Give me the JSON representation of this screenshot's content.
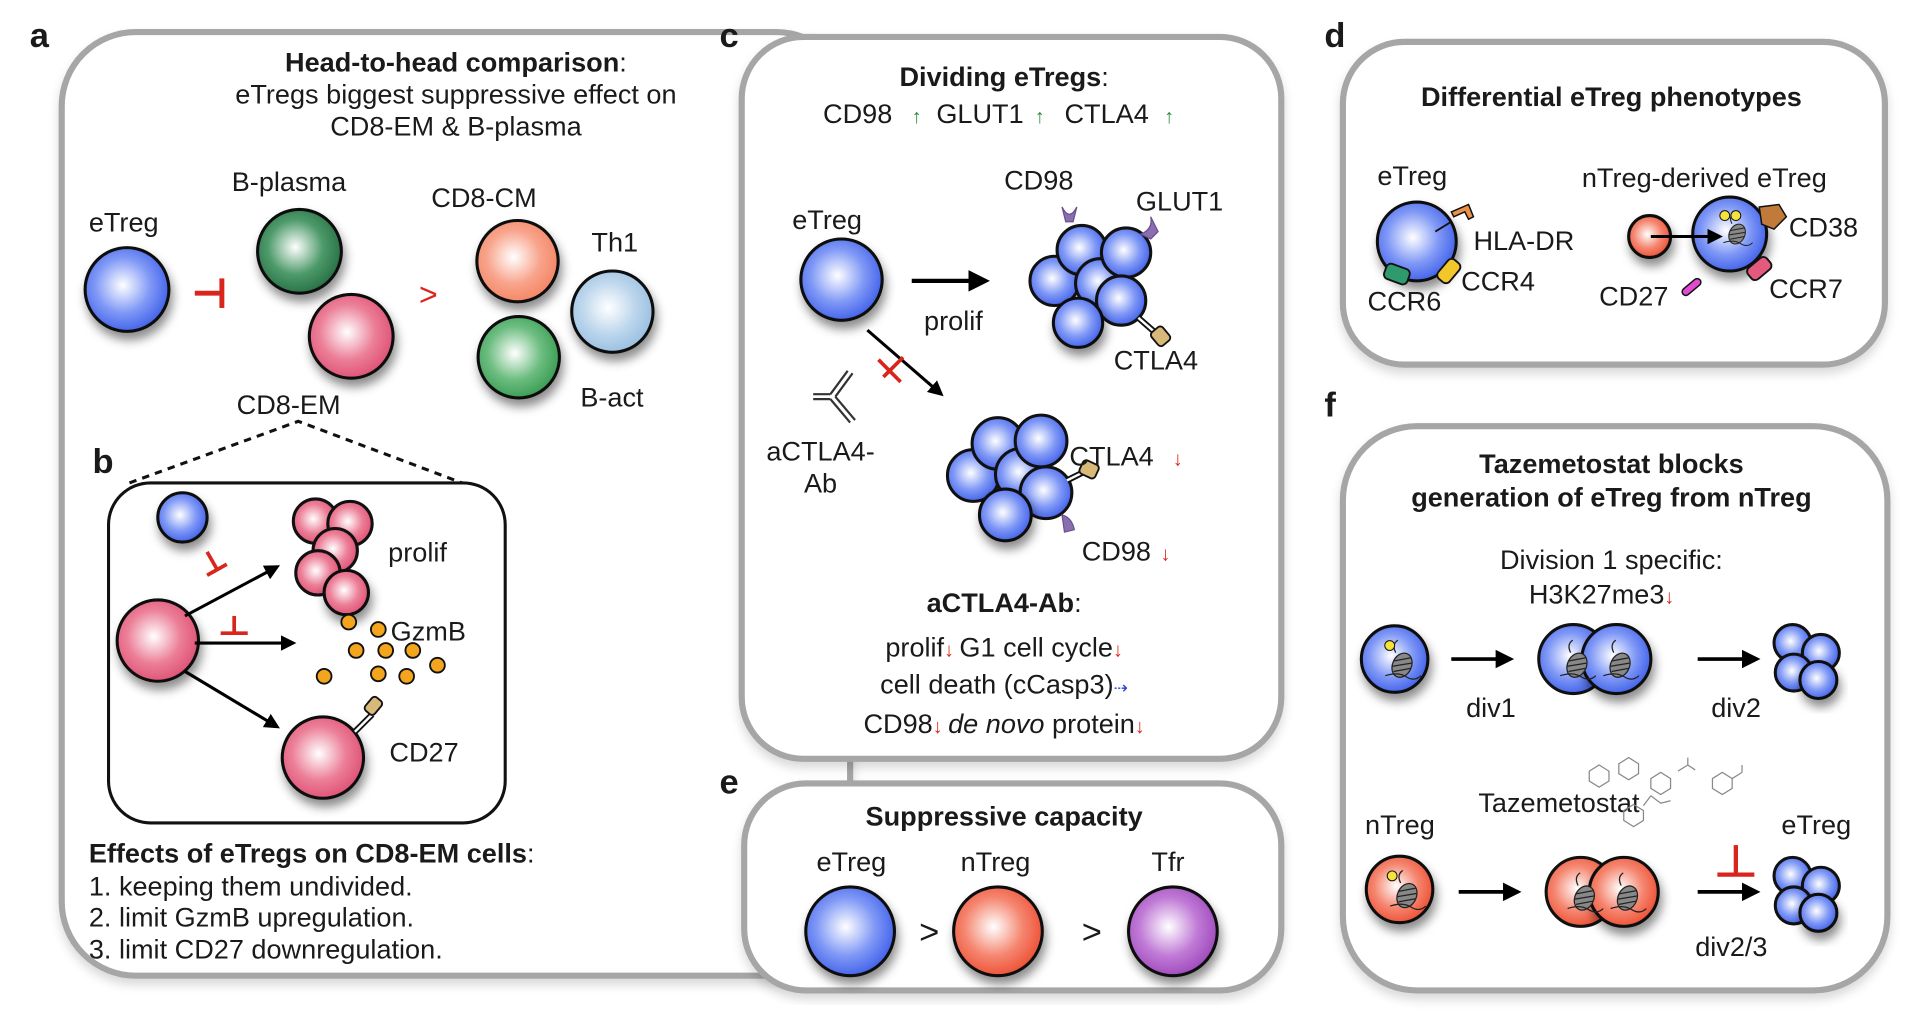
{
  "colors": {
    "etreg": "#4a6df0",
    "ntreg": "#f0573c",
    "tfr": "#a34fc0",
    "b_plasma": "#2e7d4f",
    "cd8_em": "#e35a7c",
    "cd8_cm": "#f58e72",
    "th1": "#a9cbe6",
    "b_act": "#3fa35c",
    "inhibit": "#d9261c",
    "up_arrow": "#2a8a3a",
    "down_arrow": "#d9261c",
    "neutral_arrow": "#2a3fd0",
    "gzmb": "#f2a51d",
    "panel_border": "#a6a6a6"
  },
  "panels": {
    "a": {
      "label": "a",
      "title_bold": "Head-to-head comparison",
      "title_colon": ":",
      "subtitle_line1": "eTregs biggest suppressive effect on",
      "subtitle_line2": "CD8-EM & B-plasma",
      "cells": {
        "etreg": "eTreg",
        "b_plasma": "B-plasma",
        "cd8_em": "CD8-EM",
        "cd8_cm": "CD8-CM",
        "th1": "Th1",
        "b_act": "B-act"
      },
      "greater_than": ">"
    },
    "b": {
      "label": "b",
      "prolif": "prolif",
      "gzmb": "GzmB",
      "cd27": "CD27",
      "effects_title": "Effects of eTregs on CD8-EM cells",
      "effects_colon": ":",
      "effects": [
        "1. keeping them undivided.",
        "2. limit GzmB upregulation.",
        "3. limit CD27 downregulation."
      ]
    },
    "c": {
      "label": "c",
      "title": "Dividing eTregs",
      "title_colon": ":",
      "markers_up": [
        "CD98",
        "GLUT1",
        "CTLA4"
      ],
      "etreg": "eTreg",
      "prolif": "prolif",
      "cd98": "CD98",
      "glut1": "GLUT1",
      "ctla4": "CTLA4",
      "antibody_line1": "aCTLA4-",
      "antibody_line2": "Ab",
      "ctla4_down": "CTLA4",
      "cd98_down": "CD98",
      "effects_title": "aCTLA4-Ab",
      "effects_colon": ":",
      "effects_row1": [
        {
          "text": "prolif",
          "dir": "down"
        },
        {
          "text": "G1 cell cycle",
          "dir": "down"
        }
      ],
      "effects_row2": [
        {
          "text": "cell death (cCasp3)",
          "dir": "neutral"
        }
      ],
      "effects_row3_a": "CD98",
      "effects_row3_italic": "de novo",
      "effects_row3_b": "protein"
    },
    "d": {
      "label": "d",
      "title": "Differential eTreg phenotypes",
      "etreg": "eTreg",
      "derived": "nTreg-derived eTreg",
      "hla_dr": "HLA-DR",
      "ccr4": "CCR4",
      "ccr6": "CCR6",
      "cd38": "CD38",
      "cd27": "CD27",
      "ccr7": "CCR7"
    },
    "e": {
      "label": "e",
      "title": "Suppressive capacity",
      "cells": [
        "eTreg",
        "nTreg",
        "Tfr"
      ],
      "greater_than": ">"
    },
    "f": {
      "label": "f",
      "title_line1": "Tazemetostat blocks",
      "title_line2": "generation of eTreg from nTreg",
      "sub_line1": "Division 1 specific:",
      "sub_line2": "H3K27me3",
      "div1": "div1",
      "div2": "div2",
      "ntreg": "nTreg",
      "drug": "Tazemetostat",
      "etreg": "eTreg",
      "div23": "div2/3"
    }
  }
}
